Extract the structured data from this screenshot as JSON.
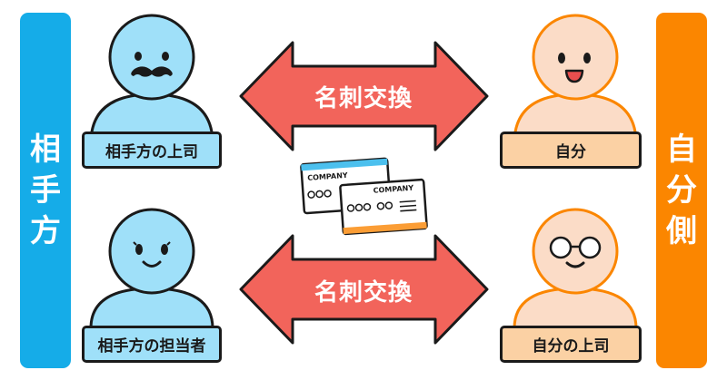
{
  "left_side": {
    "title_chars": [
      "相",
      "手",
      "方"
    ],
    "color": "#15ace8",
    "boss_label": "相手方の上司",
    "person_label": "相手方の担当者"
  },
  "right_side": {
    "title_chars": [
      "自",
      "分",
      "側"
    ],
    "color": "#fb8600",
    "self_label": "自分",
    "boss_label": "自分の上司"
  },
  "arrows": {
    "color": "#f2645b",
    "top_label": "名刺交換",
    "bottom_label": "名刺交換"
  },
  "cards": {
    "back_text": "COMPANY",
    "front_text": "COMPANY"
  }
}
